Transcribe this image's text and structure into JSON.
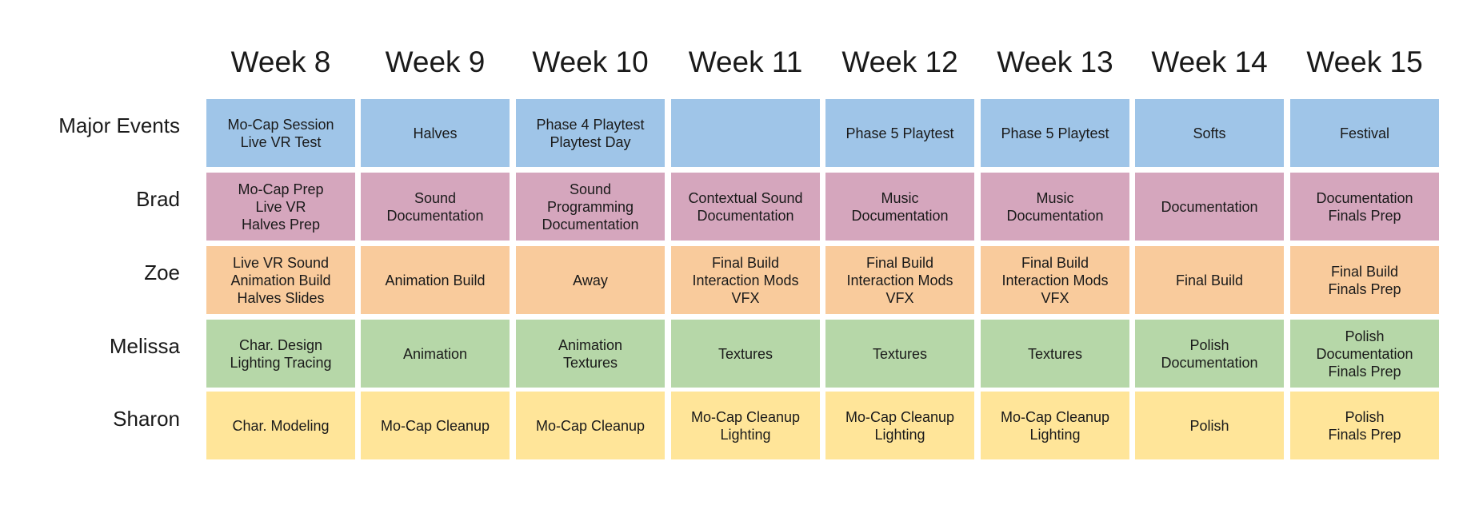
{
  "weeks": [
    "Week 8",
    "Week 9",
    "Week 10",
    "Week 11",
    "Week 12",
    "Week 13",
    "Week 14",
    "Week 15"
  ],
  "rows": [
    {
      "label": "Major Events",
      "cells": [
        "Mo-Cap Session\nLive VR Test",
        "Halves",
        "Phase 4 Playtest\nPlaytest Day",
        "",
        "Phase 5 Playtest",
        "Phase 5 Playtest",
        "Softs",
        "Festival"
      ]
    },
    {
      "label": "Brad",
      "cells": [
        "Mo-Cap Prep\nLive VR\nHalves Prep",
        "Sound\nDocumentation",
        "Sound\nProgramming\nDocumentation",
        "Contextual Sound\nDocumentation",
        "Music\nDocumentation",
        "Music\nDocumentation",
        "Documentation",
        "Documentation\nFinals Prep"
      ]
    },
    {
      "label": "Zoe",
      "cells": [
        "Live VR Sound\nAnimation Build\nHalves Slides",
        "Animation Build",
        "Away",
        "Final Build\nInteraction Mods\nVFX",
        "Final Build\nInteraction Mods\nVFX",
        "Final Build\nInteraction Mods\nVFX",
        "Final Build",
        "Final Build\nFinals Prep"
      ]
    },
    {
      "label": "Melissa",
      "cells": [
        "Char. Design\nLighting Tracing",
        "Animation",
        "Animation\nTextures",
        "Textures",
        "Textures",
        "Textures",
        "Polish\nDocumentation",
        "Polish\nDocumentation\nFinals Prep"
      ]
    },
    {
      "label": "Sharon",
      "cells": [
        "Char. Modeling",
        "Mo-Cap Cleanup",
        "Mo-Cap Cleanup",
        "Mo-Cap Cleanup\nLighting",
        "Mo-Cap Cleanup\nLighting",
        "Mo-Cap Cleanup\nLighting",
        "Polish",
        "Polish\nFinals Prep"
      ]
    }
  ],
  "colors": {
    "major_events": "#9fc5e8",
    "brad": "#d5a6bd",
    "zoe": "#f9cb9c",
    "melissa": "#b6d7a8",
    "sharon": "#ffe599"
  }
}
